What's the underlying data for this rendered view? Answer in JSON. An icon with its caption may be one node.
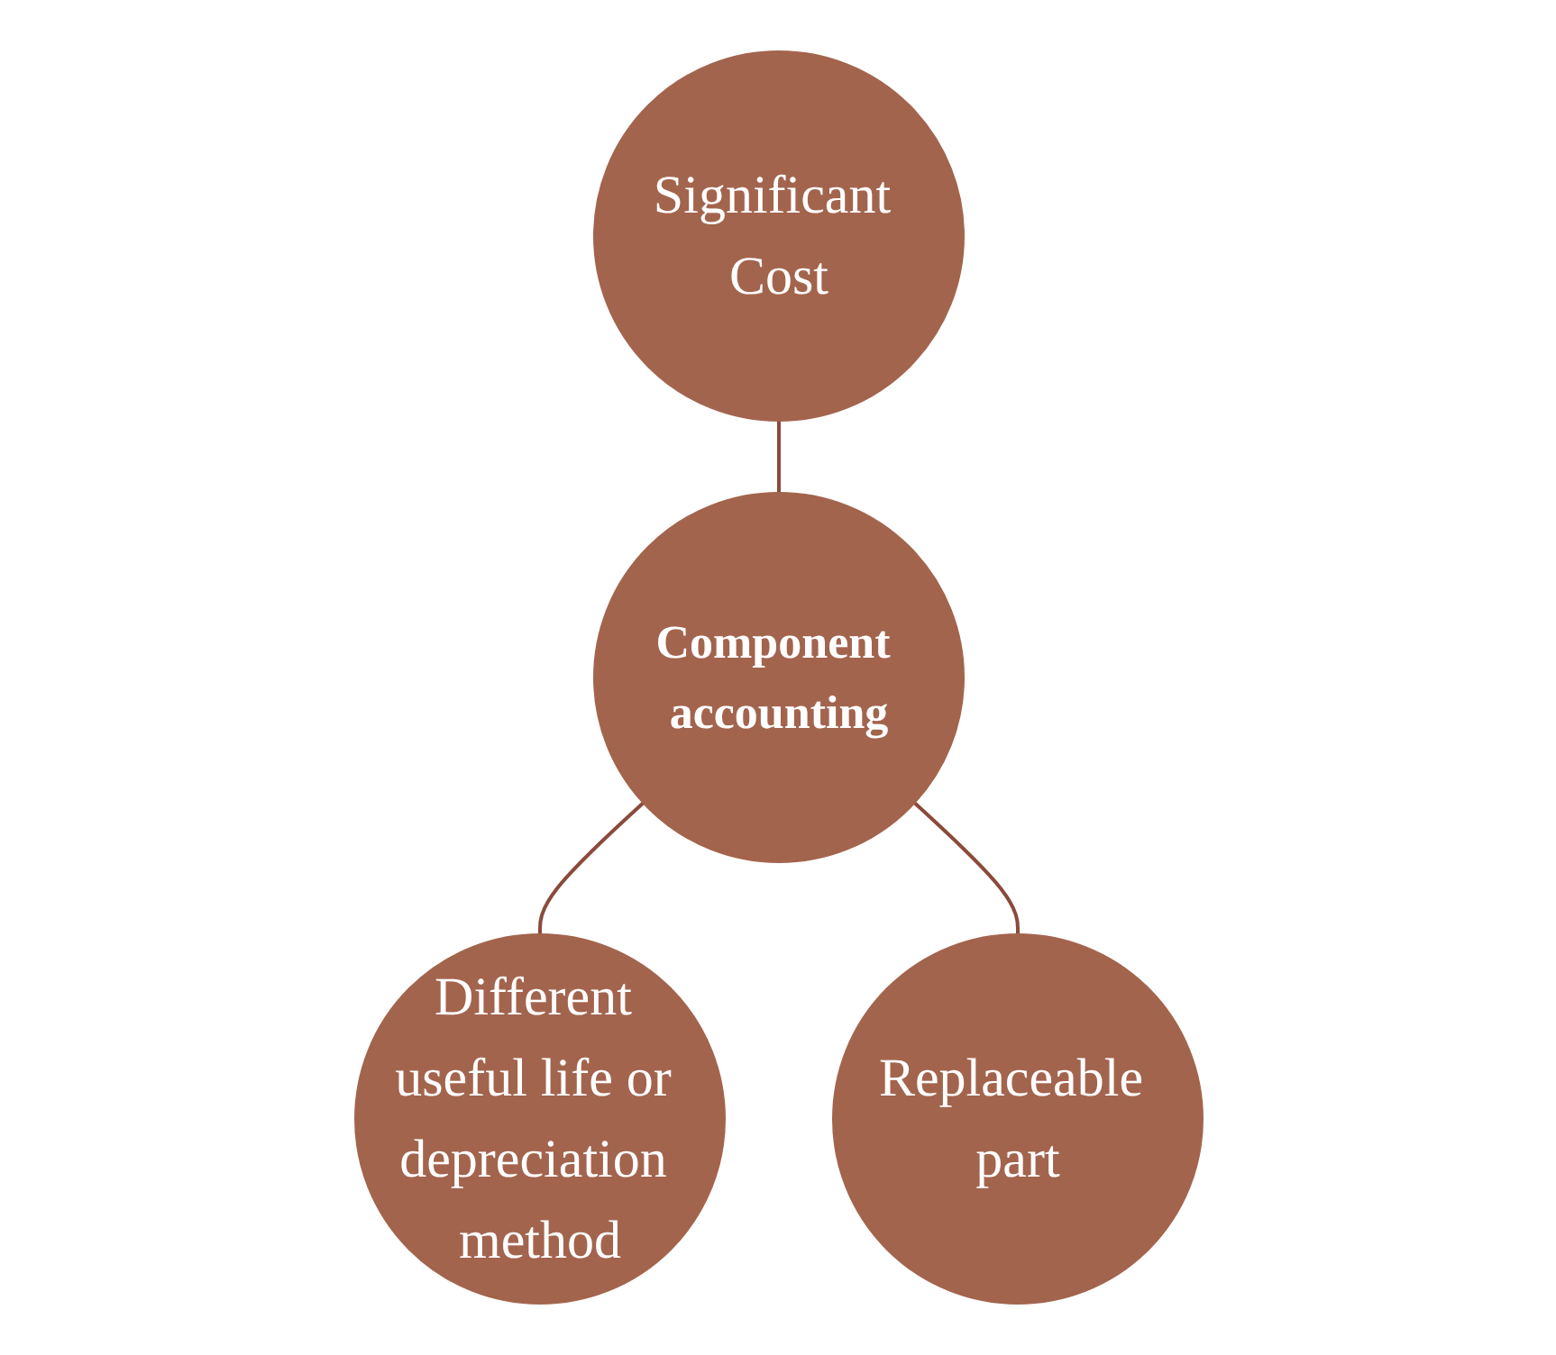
{
  "diagram": {
    "nodes": [
      {
        "text": [
          "Significant Cost"
        ]
      },
      {
        "text": [
          "Component accounting"
        ]
      },
      {
        "text": [
          "Different useful life or depreciation method"
        ]
      },
      {
        "text": [
          "Replaceable part"
        ]
      }
    ],
    "edges": [
      {
        "from": 0,
        "to": 1,
        "arrow": "none"
      },
      {
        "from": 1,
        "to": 2,
        "arrow": "none"
      },
      {
        "from": 1,
        "to": 3,
        "arrow": "none"
      }
    ]
  }
}
